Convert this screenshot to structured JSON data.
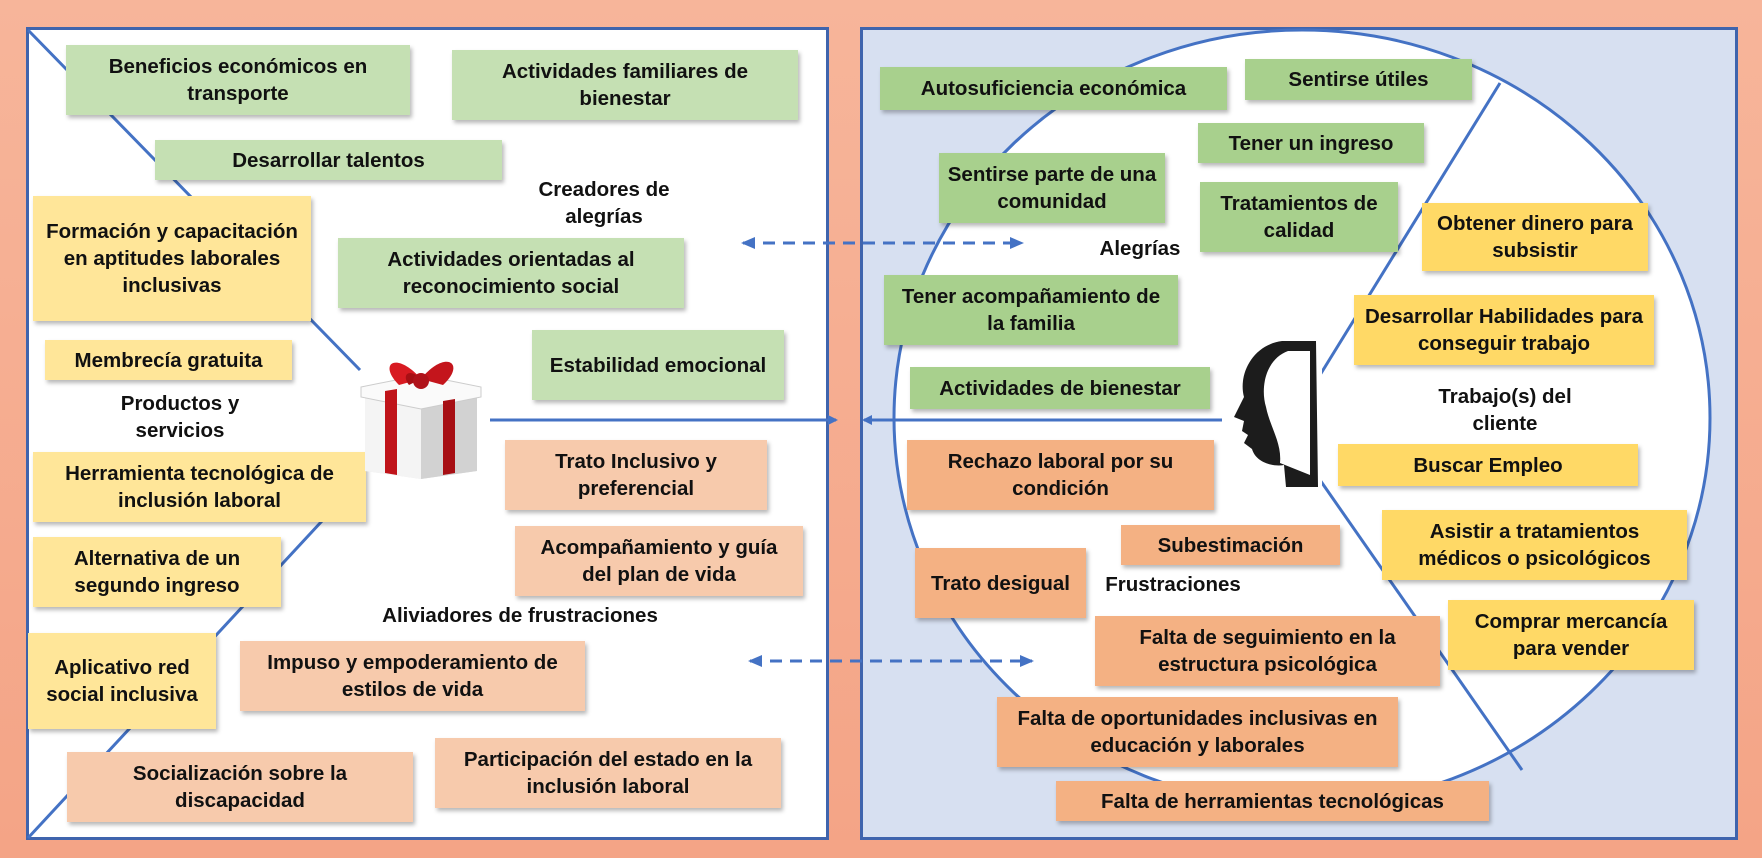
{
  "left": {
    "gain_creators": {
      "title": "Creadores de alegrías",
      "items": [
        "Beneficios económicos en transporte",
        "Actividades familiares de bienestar",
        "Desarrollar talentos",
        "Actividades orientadas al reconocimiento social",
        "Estabilidad emocional"
      ]
    },
    "products": {
      "title": "Productos y servicios",
      "items": [
        "Formación  y capacitación en aptitudes laborales inclusivas",
        "Membrecía gratuita",
        "Herramienta tecnológica de inclusión laboral",
        "Alternativa de un segundo ingreso",
        "Aplicativo red social inclusiva"
      ]
    },
    "pain_relievers": {
      "title": "Aliviadores de frustraciones",
      "items": [
        "Trato Inclusivo y preferencial",
        "Acompañamiento  y guía del plan de vida",
        "Impuso y empoderamiento de estilos de vida",
        "Socialización sobre la discapacidad",
        "Participación del estado en la inclusión laboral"
      ]
    }
  },
  "right": {
    "gains": {
      "title": "Alegrías",
      "items": [
        "Autosuficiencia económica",
        "Sentirse útiles",
        "Tener un ingreso",
        "Sentirse parte de una comunidad",
        "Tratamientos de calidad",
        "Tener acompañamiento de la familia",
        "Actividades de bienestar"
      ]
    },
    "jobs": {
      "title": "Trabajo(s) del cliente",
      "items": [
        "Obtener dinero para subsistir",
        "Desarrollar Habilidades para conseguir trabajo",
        "Buscar Empleo",
        "Asistir a tratamientos médicos o psicológicos",
        "Comprar mercancía para vender"
      ]
    },
    "pains": {
      "title": "Frustraciones",
      "items": [
        "Rechazo laboral por su condición",
        "Subestimación",
        "Trato desigual",
        "Falta de seguimiento en la estructura psicológica",
        "Falta de oportunidades inclusivas en educación y laborales",
        "Falta de herramientas tecnológicas"
      ]
    }
  },
  "colors": {
    "frame": "#3f64ad",
    "gain_green": "#c5e0b3",
    "gain_green_dark": "#a8d08d",
    "product_yellow": "#ffe699",
    "job_yellow": "#ffd966",
    "pain_orange_light": "#f7caac",
    "pain_orange": "#f4b183",
    "background": "#f4a486",
    "right_panel_bg": "#d7e0f1"
  },
  "icons": [
    "gift-icon",
    "face-profile-icon"
  ]
}
